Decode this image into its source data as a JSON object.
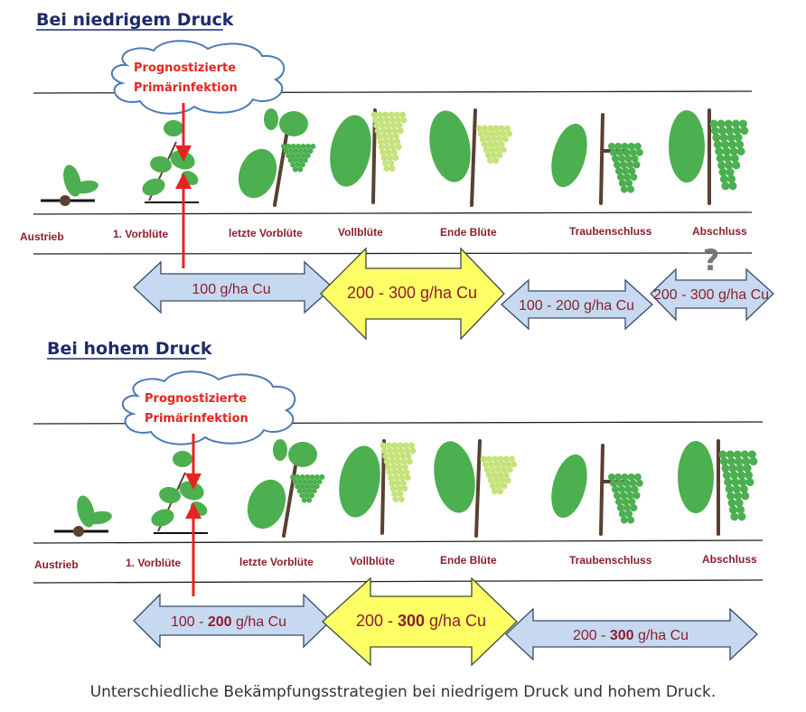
{
  "sections": [
    {
      "title": "Bei niedrigem Druck",
      "cloud": {
        "line1": "Prognostizierte",
        "line2": "Primärinfektion"
      },
      "stages": [
        "Austrieb",
        "1. Vorblüte",
        "letzte Vorblüte",
        "Vollblüte",
        "Ende Blüte",
        "Traubenschluss",
        "Abschluss"
      ],
      "doses": [
        {
          "pre": "100 g/ha Cu",
          "bold": "",
          "post": "",
          "color": "#c6d9f0"
        },
        {
          "pre": "200 - 300 g/ha Cu",
          "bold": "",
          "post": "",
          "color": "#ffff66"
        },
        {
          "pre": "100 - 200 g/ha Cu",
          "bold": "",
          "post": "",
          "color": "#c6d9f0"
        },
        {
          "pre": "200 - 300 g/ha Cu",
          "bold": "",
          "post": "",
          "color": "#c6d9f0",
          "overlay": "?"
        }
      ]
    },
    {
      "title": "Bei hohem Druck",
      "cloud": {
        "line1": "Prognostizierte",
        "line2": "Primärinfektion"
      },
      "stages": [
        "Austrieb",
        "1. Vorblüte",
        "letzte Vorblüte",
        "Vollblüte",
        "Ende Blüte",
        "Traubenschluss",
        "Abschluss"
      ],
      "doses": [
        {
          "pre": "100 - ",
          "bold": "200",
          "post": " g/ha Cu",
          "color": "#c6d9f0"
        },
        {
          "pre": "200 - ",
          "bold": "300",
          "post": " g/ha Cu",
          "color": "#ffff66"
        },
        {
          "pre": "200 - ",
          "bold": "300",
          "post": " g/ha Cu",
          "color": "#c6d9f0"
        }
      ]
    }
  ],
  "caption": "Unterschiedliche Bekämpfungsstrategien bei niedrigem Druck und hohem Druck.",
  "colors": {
    "title": "#1f2a6b",
    "infection_arrow": "#e52420",
    "stage_label": "#8b1f2e",
    "leaf": "#4caf50",
    "flower": "#c5e37a",
    "stem": "#5a4030"
  }
}
